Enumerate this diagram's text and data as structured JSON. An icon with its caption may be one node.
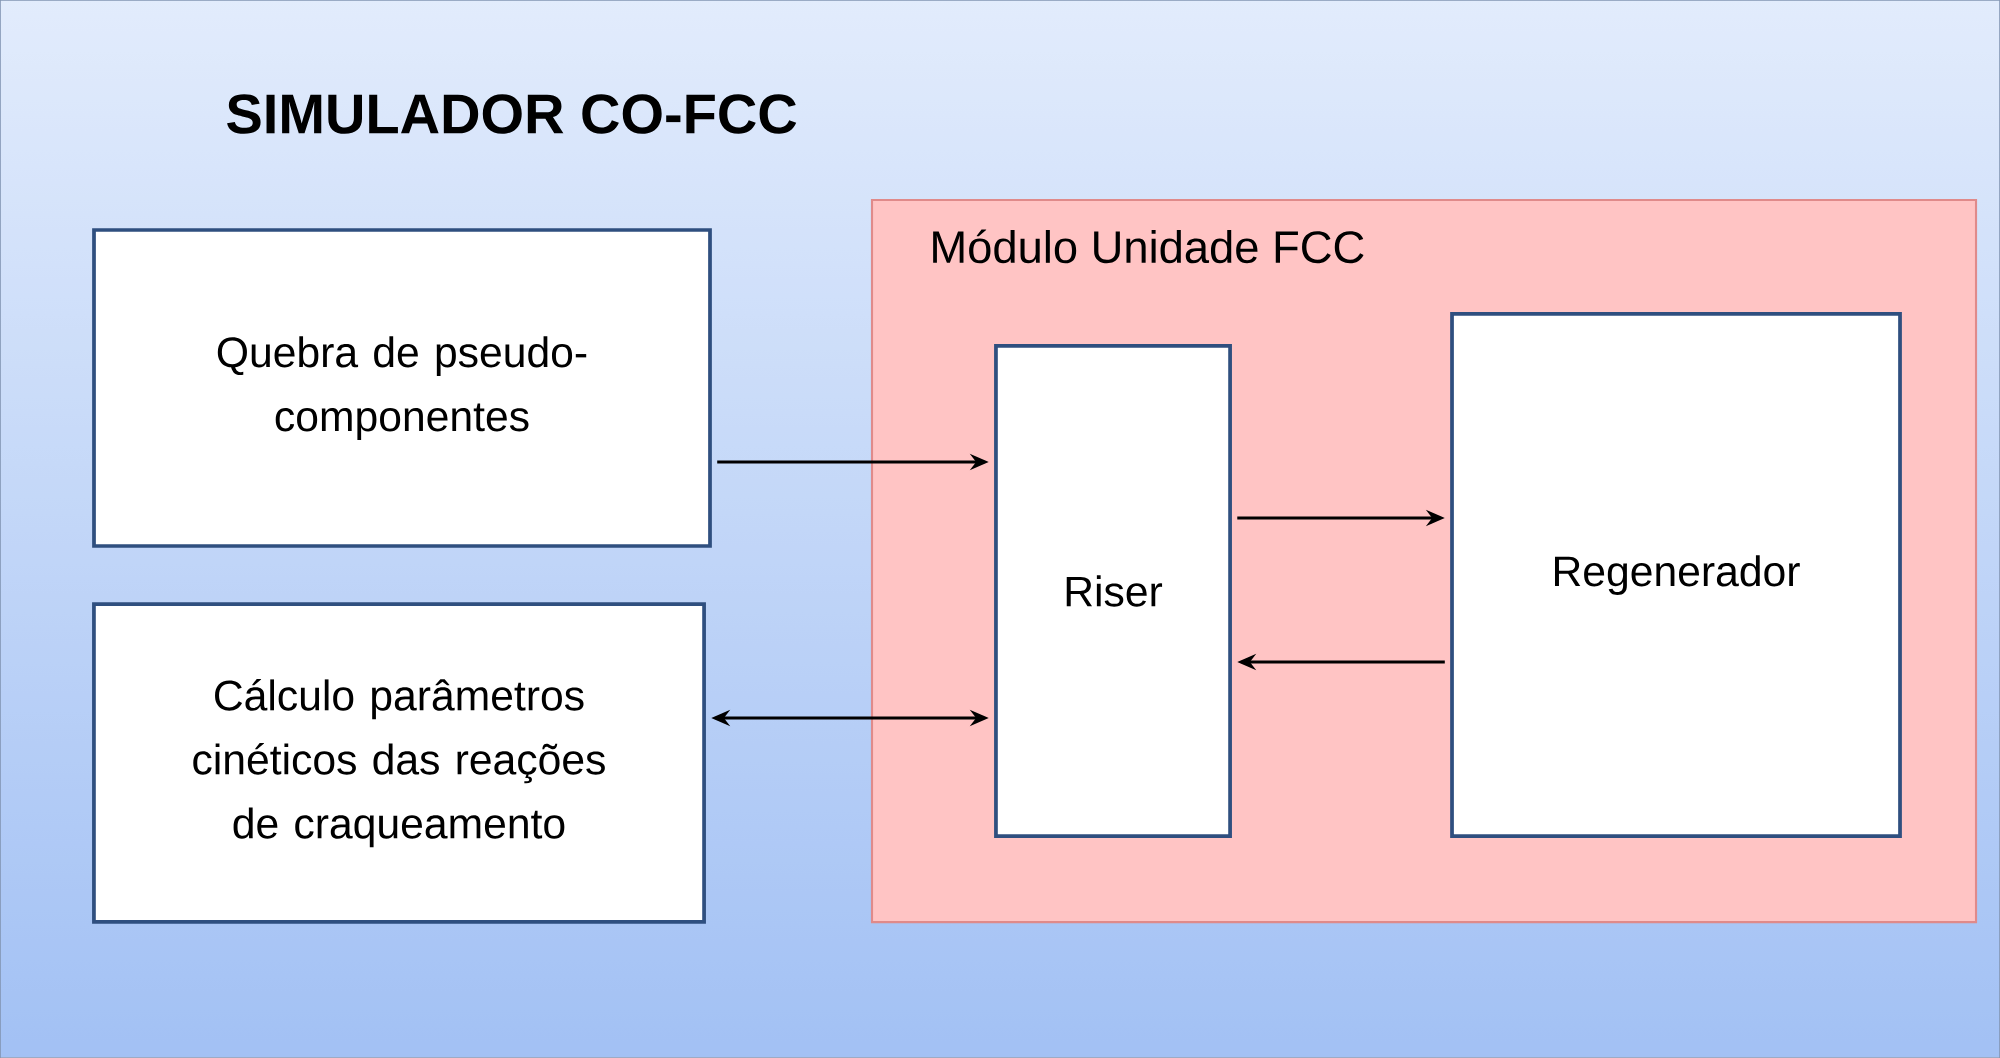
{
  "diagram": {
    "title": "SIMULADOR CO-FCC",
    "nodes": [
      {
        "text": [
          "Quebra de pseudo-componentes"
        ]
      },
      {
        "text": [
          "Cálculo parâmetros cinéticos das reações de craqueamento"
        ]
      },
      {
        "text": [
          "Módulo Unidade FCC"
        ]
      },
      {
        "text": [
          "Riser"
        ],
        "in": 2
      },
      {
        "text": [
          "Regenerador"
        ],
        "in": 2
      }
    ],
    "edges": [
      {
        "from": 0,
        "to": 3,
        "arrow": "to"
      },
      {
        "from": 1,
        "to": 3,
        "arrow": "both"
      },
      {
        "from": 3,
        "to": 4,
        "arrow": "to"
      },
      {
        "from": 4,
        "to": 3,
        "arrow": "to"
      }
    ]
  }
}
